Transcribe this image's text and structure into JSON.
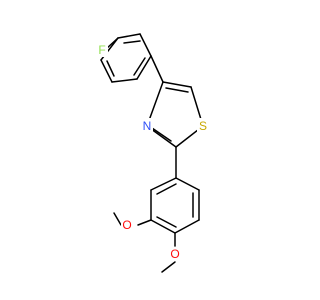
{
  "molecule": {
    "atoms": {
      "fluorine": {
        "symbol": "F",
        "color": "#90e050"
      },
      "nitrogen": {
        "symbol": "N",
        "color": "#3050f8"
      },
      "sulfur": {
        "symbol": "S",
        "color": "#c8a800"
      },
      "oxygen_upper": {
        "symbol": "O",
        "color": "#ff0d0d"
      },
      "oxygen_lower": {
        "symbol": "O",
        "color": "#ff0d0d"
      }
    },
    "bond_color": "#000000"
  }
}
